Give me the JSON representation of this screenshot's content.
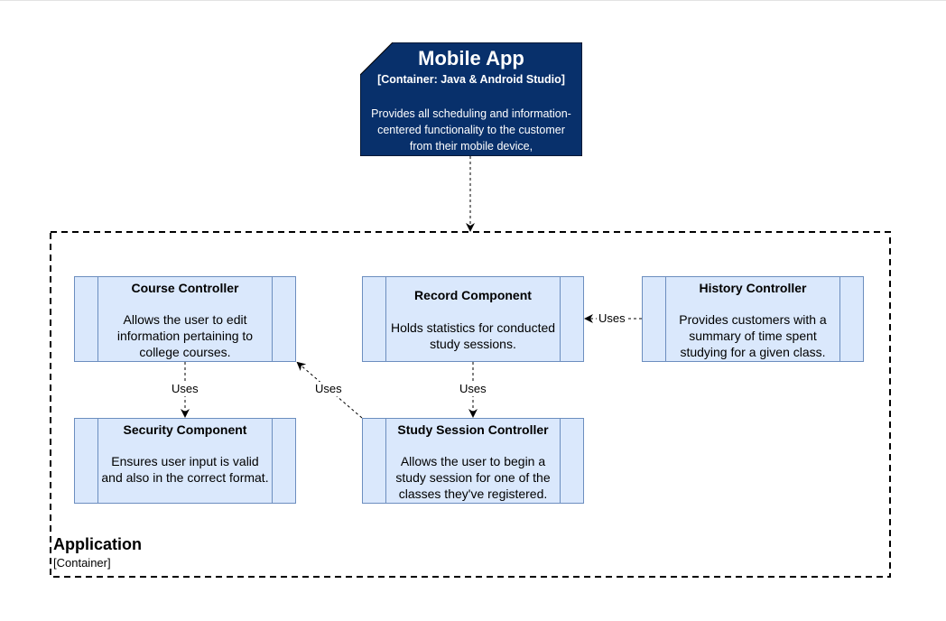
{
  "mobile_app": {
    "title": "Mobile App",
    "technology": "[Container: Java & Android Studio]",
    "description": "Provides all scheduling and information-centered functionality to the customer from their mobile device,"
  },
  "boundary": {
    "title": "Application",
    "type": "[Container]"
  },
  "components": {
    "course_controller": {
      "title": "Course Controller",
      "description": "Allows the user to edit information pertaining to college courses."
    },
    "record_component": {
      "title": "Record Component",
      "description": "Holds statistics for conducted study sessions."
    },
    "history_controller": {
      "title": "History Controller",
      "description": "Provides customers with a summary of time spent studying for a given class."
    },
    "security_component": {
      "title": "Security Component",
      "description": "Ensures user input is valid and also in the correct format."
    },
    "study_session_controller": {
      "title": "Study Session Controller",
      "description": "Allows the user to begin a study session for one of the classes they've registered."
    }
  },
  "edges": {
    "history_to_record": "Uses",
    "course_to_security": "Uses",
    "study_to_course": "Uses",
    "record_to_study": "Uses"
  },
  "colors": {
    "container_fill": "#08306b",
    "component_fill": "#dae8fc",
    "component_border": "#6c8ebf"
  }
}
